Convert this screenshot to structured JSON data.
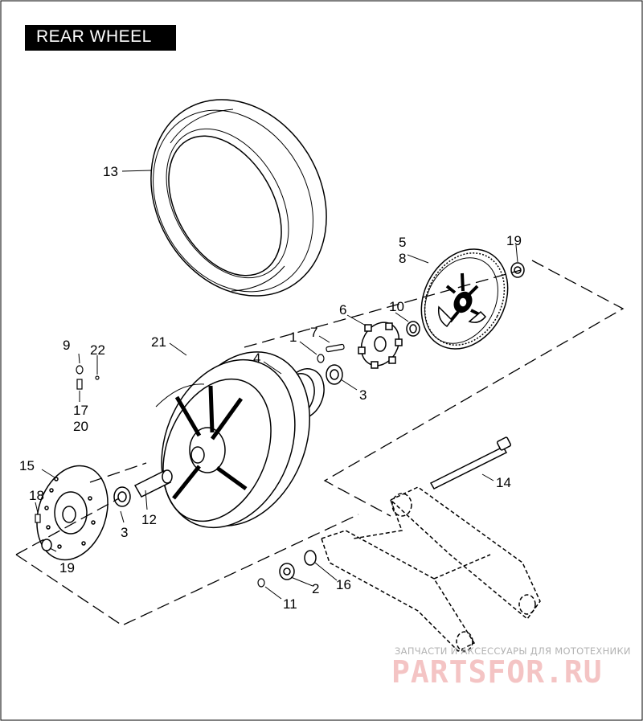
{
  "title": "REAR WHEEL",
  "callouts": {
    "c1": "1",
    "c2": "2",
    "c3a": "3",
    "c3b": "3",
    "c4": "4",
    "c5": "5",
    "c6": "6",
    "c7": "7",
    "c8": "8",
    "c9": "9",
    "c10": "10",
    "c11": "11",
    "c12": "12",
    "c13": "13",
    "c14": "14",
    "c15": "15",
    "c16": "16",
    "c17": "17",
    "c18": "18",
    "c19a": "19",
    "c19b": "19",
    "c20": "20",
    "c21": "21",
    "c22": "22"
  },
  "watermark": {
    "line": "ЗАПЧАСТИ И АКСЕССУАРЫ ДЛЯ МОТОТЕХНИКИ",
    "logo": "PARTSFOR.RU"
  }
}
